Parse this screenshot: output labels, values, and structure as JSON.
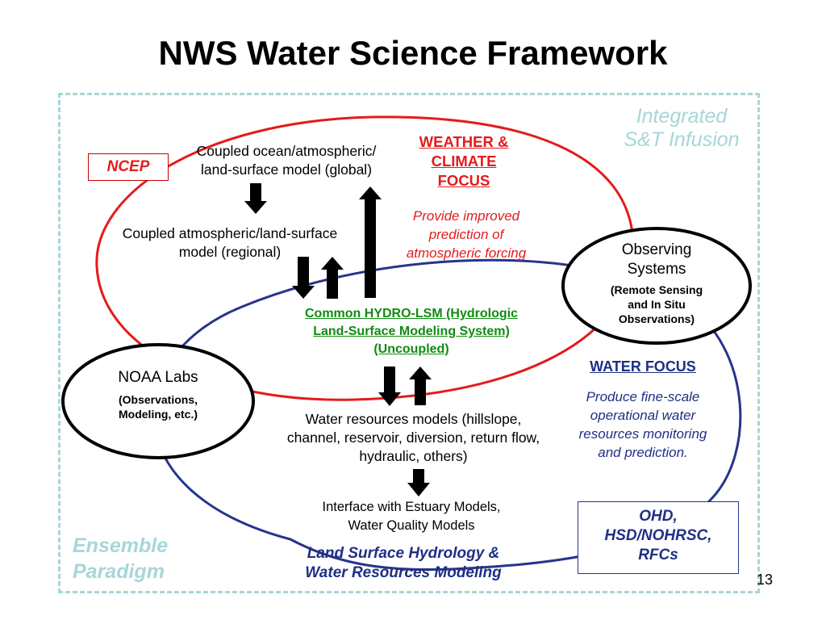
{
  "title": "NWS Water Science Framework",
  "corner_labels": {
    "integrated": [
      "Integrated",
      "S&T Infusion"
    ],
    "ensemble": [
      "Ensemble",
      "Paradigm"
    ]
  },
  "ncep": "NCEP",
  "text": {
    "global_model": [
      "Coupled ocean/atmospheric/",
      "land-surface model (global)"
    ],
    "regional_model": [
      "Coupled atmospheric/land-surface",
      "model (regional)"
    ],
    "weather_focus": [
      "WEATHER &",
      "CLIMATE",
      "FOCUS"
    ],
    "weather_desc": [
      "Provide improved",
      "prediction of",
      "atmospheric forcing"
    ],
    "observing": {
      "title": [
        "Observing",
        "Systems"
      ],
      "sub": [
        "(Remote Sensing",
        "and In Situ",
        "Observations)"
      ]
    },
    "noaa": {
      "title": "NOAA Labs",
      "sub": [
        "(Observations,",
        "Modeling, etc.)"
      ]
    },
    "hydro_lsm": [
      "Common HYDRO-LSM (Hydrologic",
      "Land-Surface Modeling System)",
      "(Uncoupled)"
    ],
    "water_focus": "WATER FOCUS",
    "water_desc": [
      "Produce fine-scale",
      "operational water",
      "resources monitoring",
      "and prediction."
    ],
    "water_models": [
      "Water resources models (hillslope,",
      "channel, reservoir, diversion, return flow,",
      "hydraulic, others)"
    ],
    "estuary": [
      "Interface with Estuary Models,",
      "Water Quality Models"
    ],
    "lsh": [
      "Land Surface Hydrology &",
      "Water Resources Modeling"
    ],
    "ohd": [
      "OHD,",
      "HSD/NOHRSC,",
      "RFCs"
    ]
  },
  "page_number": "13",
  "colors": {
    "red": "#e41b1b",
    "blue": "#1f2f86",
    "green": "#118c11",
    "teal": "#a7d6d8"
  }
}
